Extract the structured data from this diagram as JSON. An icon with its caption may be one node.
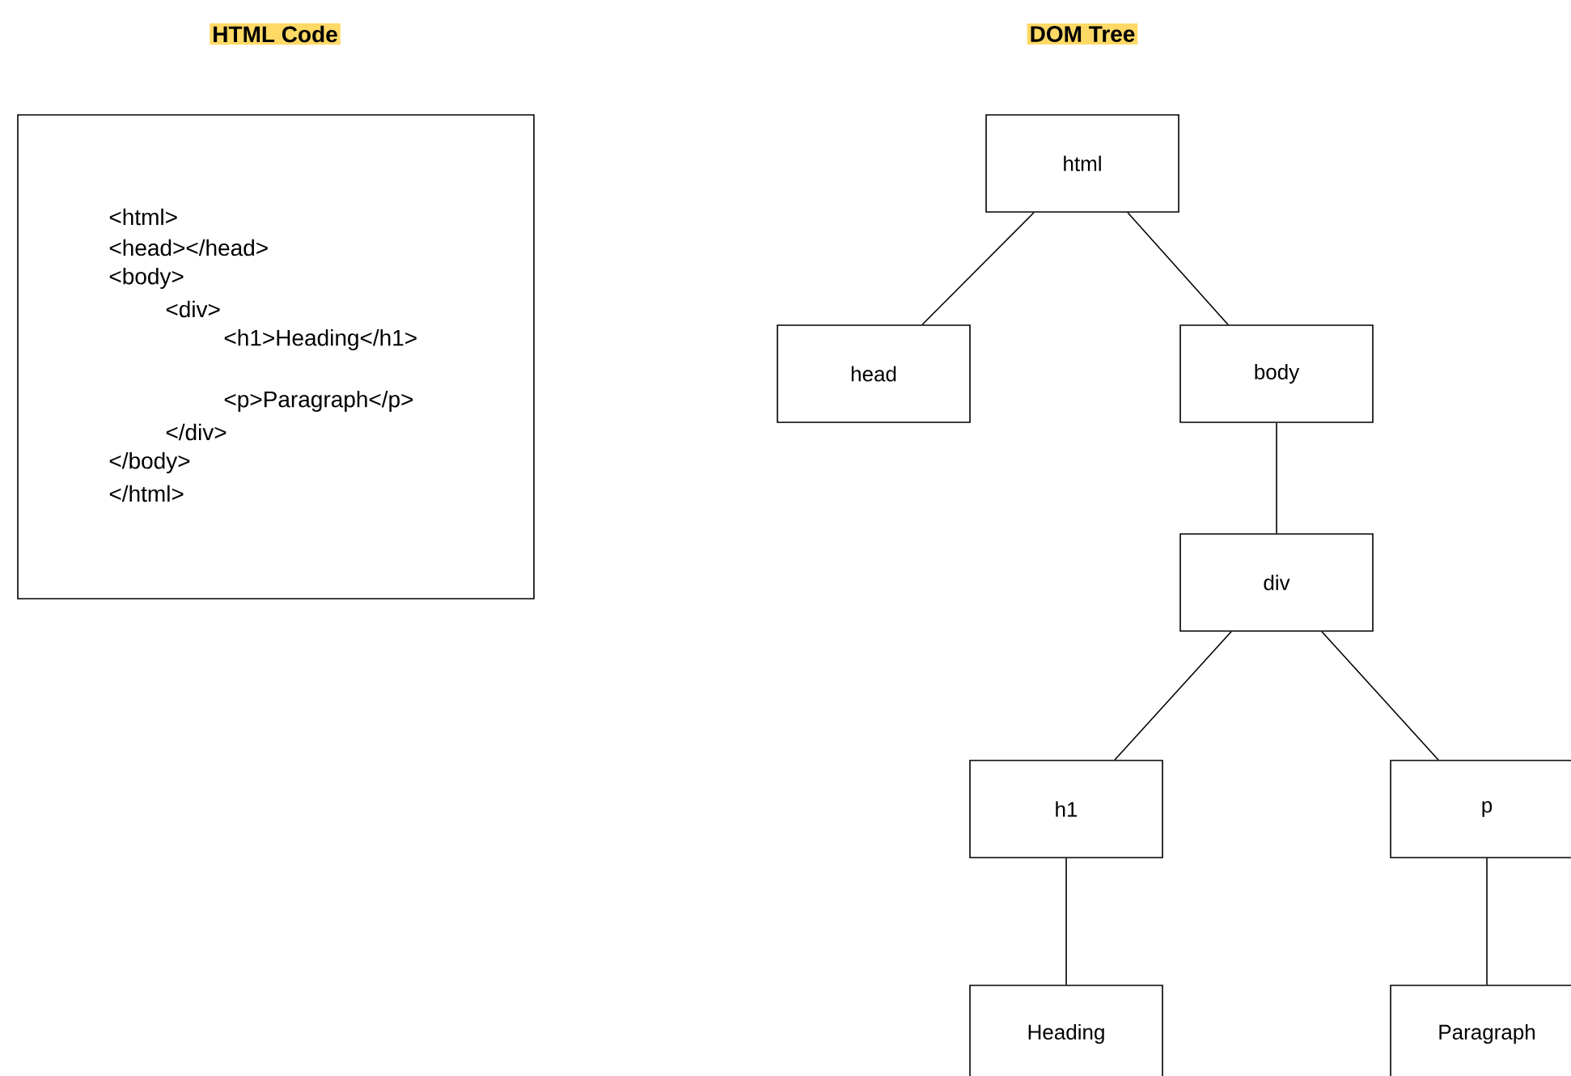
{
  "diagram": {
    "nodes": [
      {
        "text": [
          "<html>",
          "<head></head>",
          "<body>",
          "<div>",
          "<h1>Heading</h1>",
          "<p>Paragraph</p>",
          "</div>",
          "</body>",
          "</html>"
        ]
      },
      {
        "text": [
          "html"
        ]
      },
      {
        "text": [
          "head"
        ]
      },
      {
        "text": [
          "body"
        ]
      },
      {
        "text": [
          "div"
        ]
      },
      {
        "text": [
          "h1"
        ]
      },
      {
        "text": [
          "p"
        ]
      },
      {
        "text": [
          "Heading"
        ]
      },
      {
        "text": [
          "Paragraph"
        ]
      }
    ],
    "edges": [
      {
        "from": 1,
        "to": 2,
        "arrow": "none"
      },
      {
        "from": 1,
        "to": 3,
        "arrow": "none"
      },
      {
        "from": 3,
        "to": 4,
        "arrow": "none"
      },
      {
        "from": 4,
        "to": 5,
        "arrow": "none"
      },
      {
        "from": 4,
        "to": 6,
        "arrow": "none"
      },
      {
        "from": 5,
        "to": 7,
        "arrow": "none"
      },
      {
        "from": 6,
        "to": 8,
        "arrow": "none"
      }
    ],
    "labels": [
      "HTML Code",
      "DOM Tree"
    ]
  }
}
